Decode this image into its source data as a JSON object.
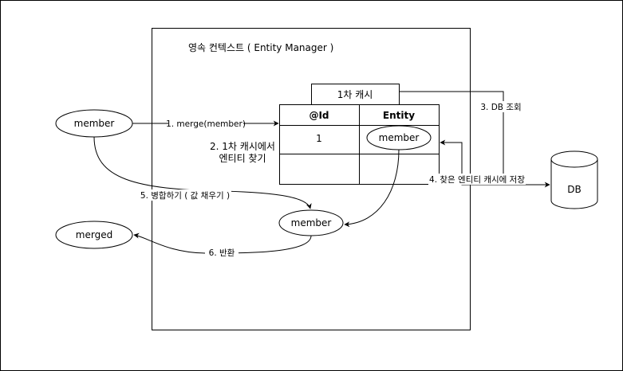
{
  "context": {
    "title": "영속 컨텍스트 ( Entity Manager )"
  },
  "cache": {
    "tab_label": "1차 캐시",
    "col_id": "@Id",
    "col_entity": "Entity",
    "row1_id": "1",
    "row1_entity": "member"
  },
  "nodes": {
    "member_input": "member",
    "member_new": "member",
    "merged": "merged",
    "db": "DB"
  },
  "edges": {
    "step1": "1. merge(member)",
    "step2_line1": "2. 1차 캐시에서",
    "step2_line2": "엔티티 찾기",
    "step3": "3. DB 조회",
    "step4": "4. 찾은 엔티티 캐시에 저장",
    "step5": "5. 병합하기 ( 값 채우기 )",
    "step6": "6. 반환"
  }
}
